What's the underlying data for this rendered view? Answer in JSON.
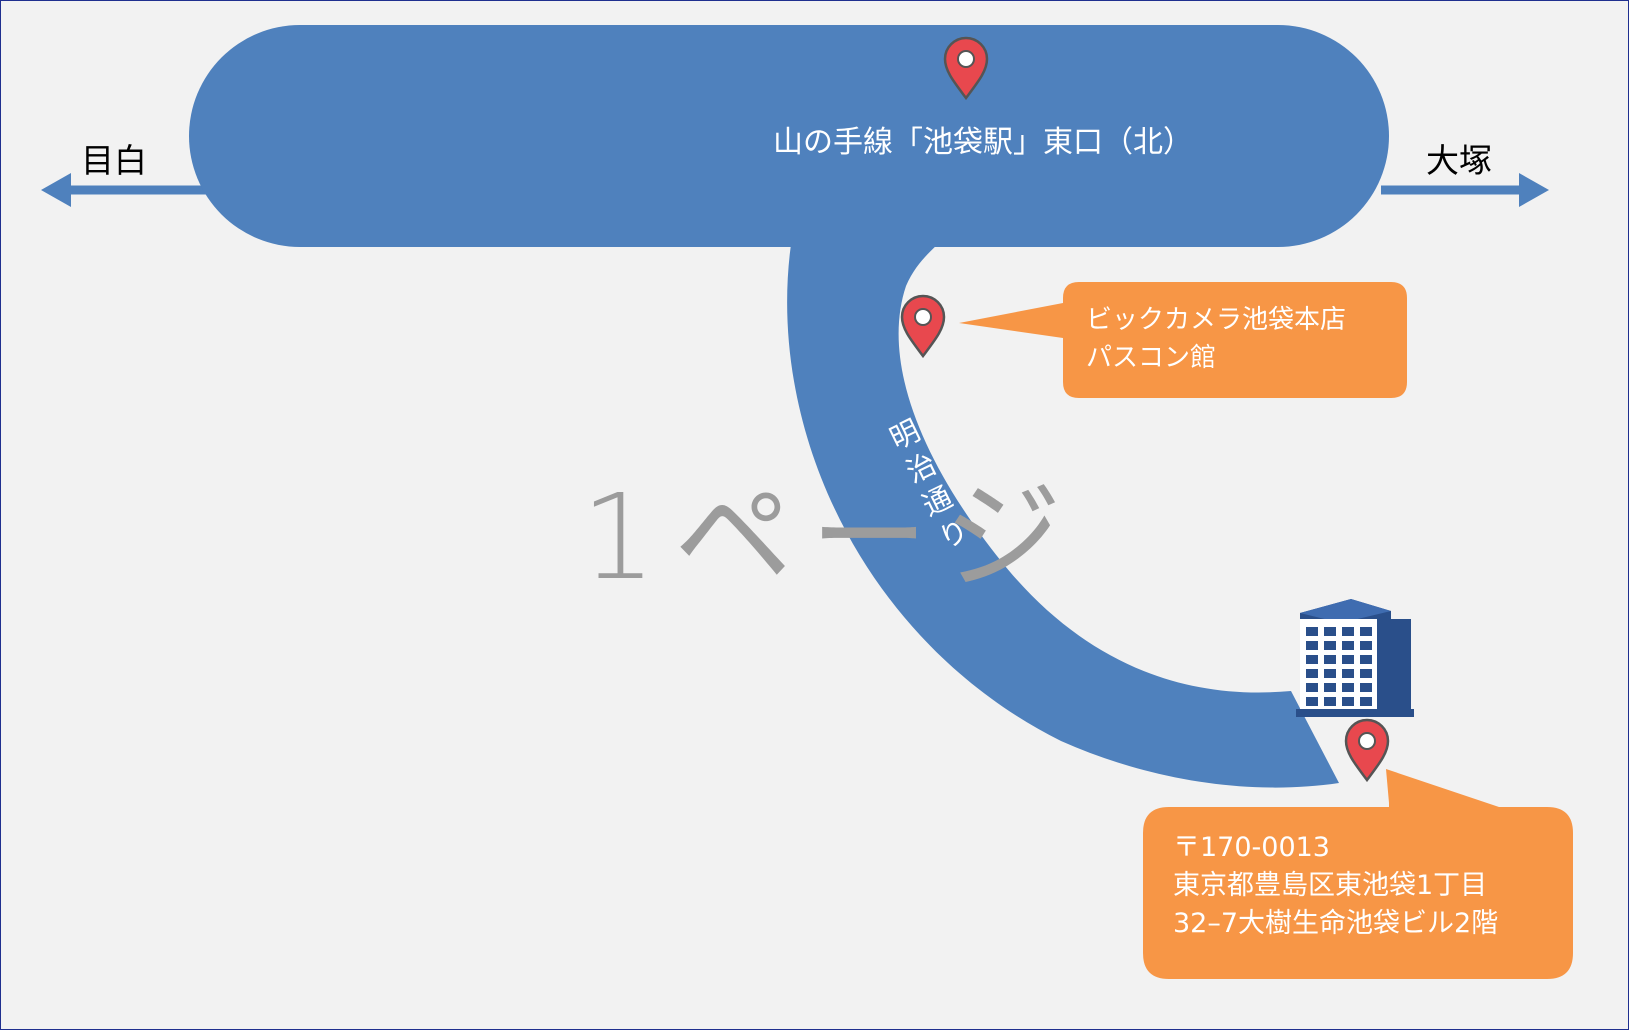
{
  "title": "1ページ",
  "station": {
    "label": "山の手線「池袋駅」東口（北）",
    "west_direction": "目白",
    "east_direction": "大塚"
  },
  "road": {
    "label": "明治通り"
  },
  "landmark": {
    "line1": "ビックカメラ池袋本店",
    "line2": "パスコン館"
  },
  "destination": {
    "postal": "〒170-0013",
    "address_line1": "東京都豊島区東池袋1丁目",
    "address_line2": "32–7大樹生命池袋ビル2階"
  },
  "icons": {
    "station_pin": "map-pin-icon",
    "landmark_pin": "map-pin-icon",
    "destination_pin": "map-pin-icon",
    "building": "office-building-icon"
  },
  "colors": {
    "road": "#4f81bd",
    "callout": "#f79646",
    "pin": "#e8484e",
    "background": "#f2f2f2"
  }
}
